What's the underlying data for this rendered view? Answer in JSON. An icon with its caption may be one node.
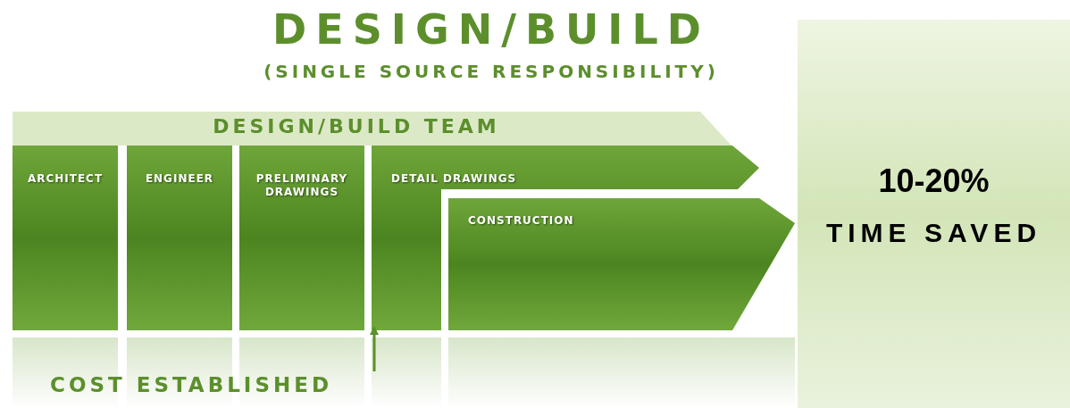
{
  "diagram": {
    "title": "DESIGN/BUILD",
    "nodes": [
      {
        "text": [
          "DESIGN/BUILD TEAM"
        ]
      },
      {
        "text": [
          "ARCHITECT"
        ]
      },
      {
        "text": [
          "ENGINEER"
        ]
      },
      {
        "text": [
          "PRELIMINARY DRAWINGS"
        ]
      },
      {
        "text": [
          "DETAIL DRAWINGS"
        ]
      },
      {
        "text": [
          "CONSTRUCTION"
        ]
      },
      {
        "text": [
          "10-20%",
          "TIME SAVED"
        ]
      },
      {
        "text": [
          "COST ESTABLISHED"
        ]
      }
    ],
    "edges": [
      {
        "from": 7,
        "to": 4,
        "arrow": "to"
      }
    ],
    "labels": [
      "(SINGLE SOURCE RESPONSIBILITY)"
    ]
  }
}
